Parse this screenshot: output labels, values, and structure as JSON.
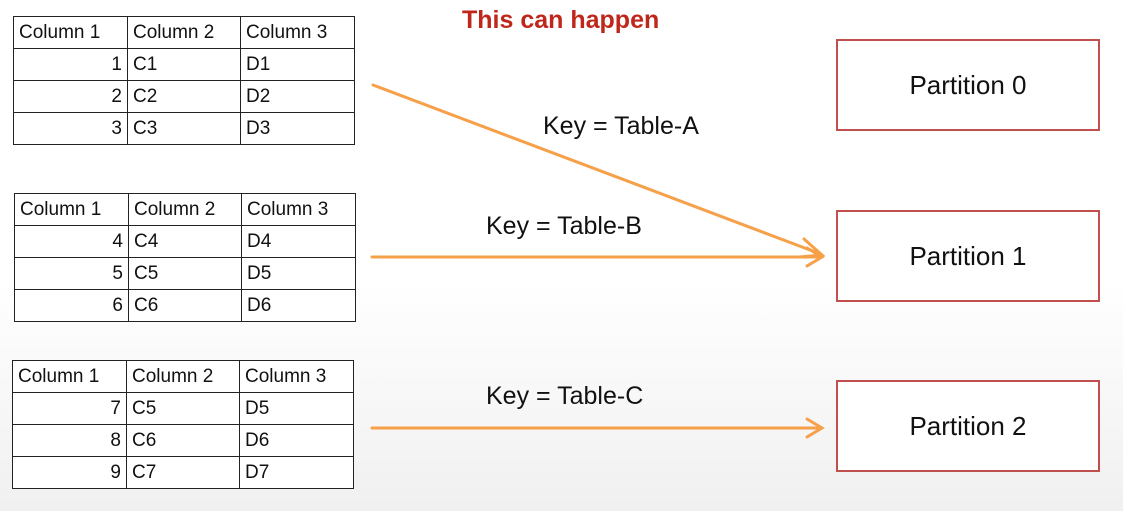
{
  "title": "This can happen",
  "tables": [
    {
      "headers": [
        "Column 1",
        "Column 2",
        "Column 3"
      ],
      "rows": [
        [
          "1",
          "C1",
          "D1"
        ],
        [
          "2",
          "C2",
          "D2"
        ],
        [
          "3",
          "C3",
          "D3"
        ]
      ]
    },
    {
      "headers": [
        "Column 1",
        "Column 2",
        "Column 3"
      ],
      "rows": [
        [
          "4",
          "C4",
          "D4"
        ],
        [
          "5",
          "C5",
          "D5"
        ],
        [
          "6",
          "C6",
          "D6"
        ]
      ]
    },
    {
      "headers": [
        "Column 1",
        "Column 2",
        "Column 3"
      ],
      "rows": [
        [
          "7",
          "C5",
          "D5"
        ],
        [
          "8",
          "C6",
          "D6"
        ],
        [
          "9",
          "C7",
          "D7"
        ]
      ]
    }
  ],
  "keys": [
    "Key = Table-A",
    "Key = Table-B",
    "Key = Table-C"
  ],
  "partitions": [
    "Partition 0",
    "Partition 1",
    "Partition 2"
  ],
  "colors": {
    "title": "#c0271b",
    "arrow": "#f7a04a",
    "partition_border": "#c0504d"
  }
}
